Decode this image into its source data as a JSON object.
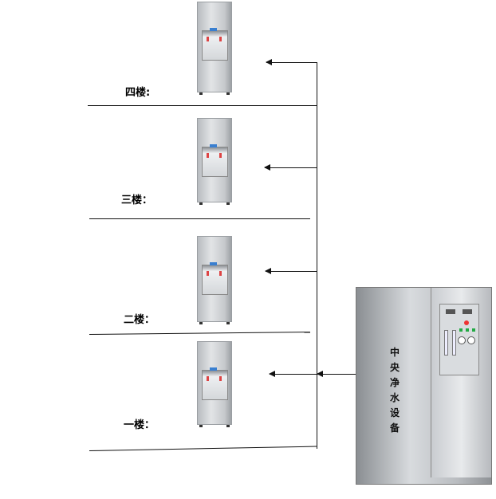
{
  "floors": [
    {
      "label": "四楼:"
    },
    {
      "label": "三楼："
    },
    {
      "label": "二楼："
    },
    {
      "label": "一楼："
    }
  ],
  "equipment": {
    "label_chars": [
      "中",
      "央",
      "净",
      "水",
      "设",
      "备"
    ]
  }
}
